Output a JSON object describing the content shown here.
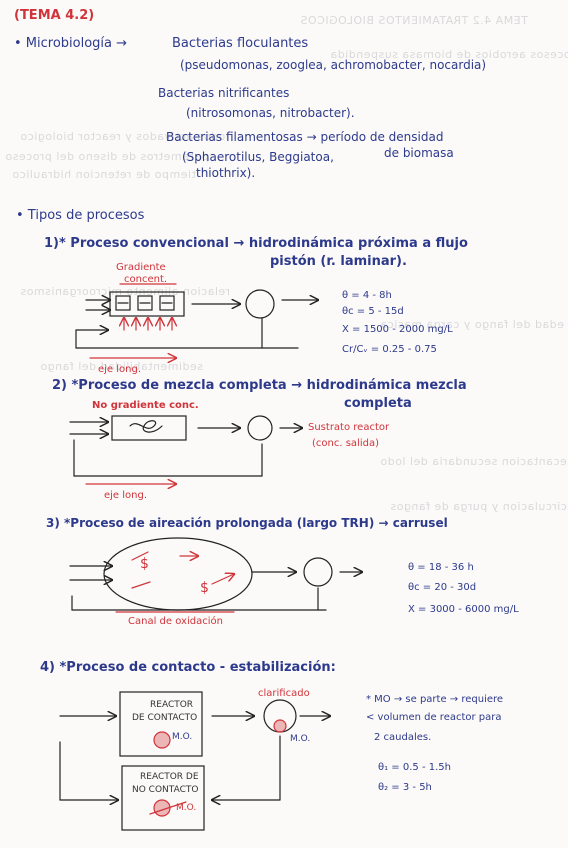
{
  "ghost_text": [
    "TEMA 4.2 TRATAMIENTOS BIOLOGICOS",
    "procesos aerobios de biomasa suspendida",
    "lodos activados y reactor biologico",
    "parametros de diseno del proceso",
    "tiempo de retencion hidraulico",
    "edad del fango y carga masica",
    "relacion alimento microorganismos",
    "decantacion secundaria del lodo",
    "recirculacion y purga de fangos",
    "sedimentabilidad del fango"
  ],
  "header": {
    "title": "(TEMA 4.2)"
  },
  "micro": {
    "label": "• Microbiología →",
    "floc_title": "Bacterias floculantes",
    "floc_list": "(pseudomonas, zooglea, achromobacter, nocardia)",
    "nitrif_title": "Bacterias nitrificantes",
    "nitrif_list": "(nitrosomonas, nitrobacter).",
    "fil_title": "Bacterias filamentosas → período de densidad",
    "fil_title2": "de biomasa",
    "fil_list": "(Sphaerotilus, Beggiatoa,",
    "fil_list2": "thiothrix)."
  },
  "tipos": {
    "label": "• Tipos de procesos"
  },
  "p1": {
    "title": "1)* Proceso convencional → hidrodinámica próxima a flujo",
    "title2": "pistón (r. laminar).",
    "gradient1": "Gradiente",
    "gradient2": "concent.",
    "axis": "eje long.",
    "params": [
      "θ = 4 - 8h",
      "θc = 5 - 15d",
      "X = 1500 - 2000 mg/L",
      "Cr/Cᵥ = 0.25 - 0.75"
    ]
  },
  "p2": {
    "title": "2) *Proceso de mezcla completa → hidrodinámica mezcla",
    "title2": "completa",
    "no_gradient": "No gradiente conc.",
    "substrate": "Sustrato reactor",
    "substrate2": "(conc. salida)",
    "axis": "eje long."
  },
  "p3": {
    "title": "3) *Proceso de aireación prolongada (largo TRH) → carrusel",
    "canal": "Canal de oxidación",
    "params": [
      "θ = 18 - 36 h",
      "θc = 20 - 30d",
      "X = 3000 - 6000 mg/L"
    ]
  },
  "p4": {
    "title": "4) *Proceso de contacto - estabilización:",
    "clarifier": "clarificado",
    "contact1": "REACTOR",
    "contact2": "DE CONTACTO",
    "mo": "M.O.",
    "mo2": "M.O.",
    "mo3": "M.O.",
    "stab1": "REACTOR DE",
    "stab2": "NO CONTACTO",
    "notes": [
      "* MO → se parte → requiere",
      "< volumen de reactor para",
      "2 caudales."
    ],
    "params": [
      "θ₁ = 0.5 - 1.5h",
      "θ₂ = 3 - 5h"
    ]
  }
}
